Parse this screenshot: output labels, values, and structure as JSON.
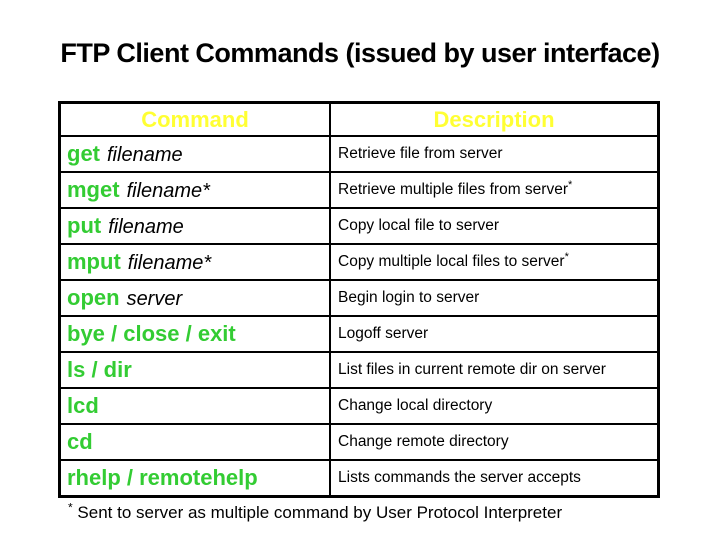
{
  "slide": {
    "title": "FTP Client Commands (issued by user interface)",
    "table": {
      "headers": [
        "Command",
        "Description"
      ],
      "rows": [
        {
          "command": "get",
          "argument": "filename",
          "description": "Retrieve file from server",
          "footnote_marker": ""
        },
        {
          "command": "mget",
          "argument": "filename*",
          "description": "Retrieve multiple files from server",
          "footnote_marker": "*"
        },
        {
          "command": "put",
          "argument": "filename",
          "description": "Copy local file to server",
          "footnote_marker": ""
        },
        {
          "command": "mput",
          "argument": "filename*",
          "description": "Copy multiple local files to server",
          "footnote_marker": "*"
        },
        {
          "command": "open",
          "argument": "server",
          "description": "Begin login to server",
          "footnote_marker": ""
        },
        {
          "command": "bye / close / exit",
          "argument": "",
          "description": "Logoff server",
          "footnote_marker": ""
        },
        {
          "command": "ls / dir",
          "argument": "",
          "description": "List files in current remote dir on server",
          "footnote_marker": ""
        },
        {
          "command": "lcd",
          "argument": "",
          "description": "Change local directory",
          "footnote_marker": ""
        },
        {
          "command": "cd",
          "argument": "",
          "description": "Change remote directory",
          "footnote_marker": ""
        },
        {
          "command": "rhelp / remotehelp",
          "argument": "",
          "description": "Lists commands the server accepts",
          "footnote_marker": ""
        }
      ]
    },
    "footnote": {
      "marker": "*",
      "text": "Sent to server as multiple command by User Protocol Interpreter"
    },
    "colors": {
      "command_green": "#33CC33",
      "header_yellow": "#FFFF33",
      "text_black": "#000000",
      "border_black": "#000000",
      "background": "#FFFFFF"
    }
  }
}
